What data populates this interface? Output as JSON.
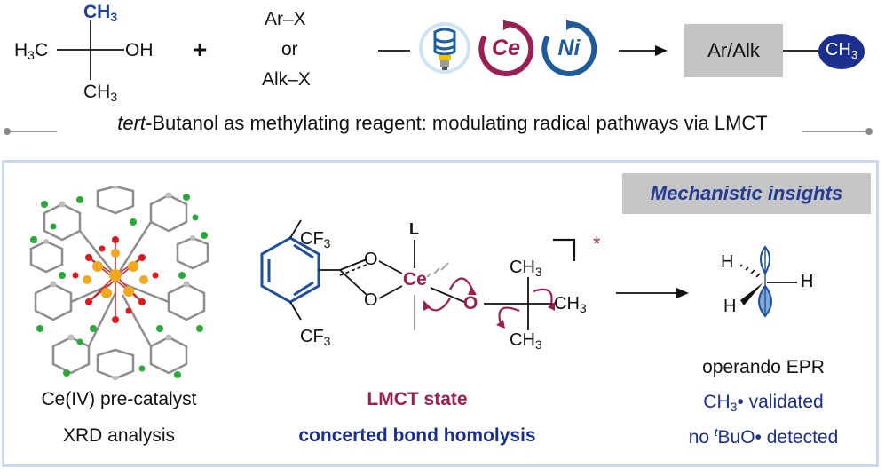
{
  "reaction": {
    "tbuoh": {
      "ch3_top": "CH",
      "ch3_top_sub": "3",
      "h3c_left": "H",
      "h3c_left_sub": "3",
      "h3c_left_c": "C",
      "oh": "OH",
      "ch3_bottom": "CH",
      "ch3_bottom_sub": "3"
    },
    "plus": "+",
    "partner_line1": "Ar–X",
    "partner_line2": "or",
    "partner_line3": "Alk–X",
    "ce_label": "Ce",
    "ni_label": "Ni",
    "product_box": "Ar/Alk",
    "product_ch3": "CH",
    "product_ch3_sub": "3"
  },
  "tagline": {
    "italic_part": "tert",
    "rest": "-Butanol as methylating reagent: modulating radical pathways via LMCT"
  },
  "mechanistic": {
    "header": "Mechanistic insights",
    "left_caption_1": "Ce(IV) pre-catalyst",
    "left_caption_2": "XRD analysis",
    "complex": {
      "cf3_top": "CF",
      "cf3_top_sub": "3",
      "cf3_bottom": "CF",
      "cf3_bottom_sub": "3",
      "o1": "O",
      "o2": "O",
      "ce": "Ce",
      "l": "L",
      "o3": "O",
      "ch3_a": "CH",
      "ch3_a_sub": "3",
      "ch3_b": "CH",
      "ch3_b_sub": "3",
      "ch3_c": "CH",
      "ch3_c_sub": "3",
      "star": "*"
    },
    "lmct_state": "LMCT state",
    "concerted": "concerted  bond homolysis",
    "methyl": {
      "h1": "H",
      "h2": "H",
      "h3": "H"
    },
    "epr_1": "operando EPR",
    "epr_2_a": "CH",
    "epr_2_sub": "3",
    "epr_2_b": "• validated",
    "epr_3_a": "no ",
    "epr_3_sup": "t",
    "epr_3_b": "BuO• detected"
  },
  "colors": {
    "accent_blue": "#1b2f8f",
    "ce_crimson": "#9a1f52",
    "ni_blue": "#1f5a9a",
    "panel_border": "#c9d8ef",
    "box_gray": "#c6c6c6",
    "benzene_blue": "#1f4f9a"
  },
  "icons": [
    "lightbulb-icon",
    "cerium-cycle-icon",
    "nickel-cycle-icon"
  ]
}
